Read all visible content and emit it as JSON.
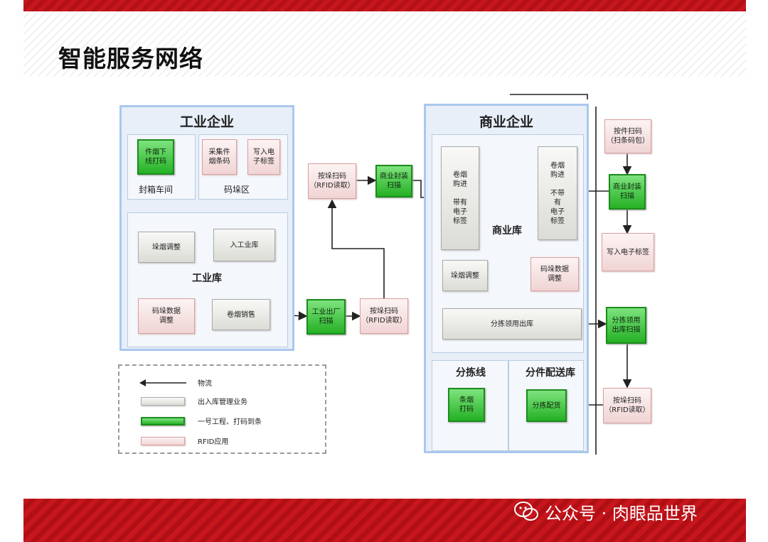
{
  "title": "智能服务网络",
  "watermark": {
    "text": "公众号 · 肉眼品世界",
    "icon": "wechat-icon"
  },
  "colors": {
    "brand_red": "#c8161d",
    "panel_border": "#a9c8ee",
    "green_box": "#25b125",
    "pink_box": "#f0d4d4",
    "gray_box": "#dcdcd6"
  },
  "industrial": {
    "title": "工业企业",
    "packing_workshop": "封箱车间",
    "code_zone": "码垛区",
    "warehouse": "工业库",
    "box_print": "件烟下\n线打码",
    "box_collect": "采集件\n烟条码",
    "box_write": "写入电\n子标签",
    "box_inbound": "入工业库",
    "box_adjust": "垛烟调整",
    "box_code_adjust": "码垛数据\n调整",
    "box_sales": "卷烟销售"
  },
  "middle": {
    "box_scan_top": "按垛扫码\n（RFID读取）",
    "box_commercial_sealing": "商业封装\n扫描",
    "box_industrial_out": "工业出厂\n扫描",
    "box_scan_bottom": "按垛扫码\n（RFID读取）"
  },
  "commercial": {
    "title": "商业企业",
    "warehouse": "商业库",
    "box_purchase_tag": "卷烟\n购进\n\n带有\n电子\n标签",
    "box_purchase_notag": "卷烟\n购进\n\n不带\n有\n电子\n标签",
    "box_adjust": "垛烟调整",
    "box_code_adjust": "码垛数据\n调整",
    "box_sorting_out": "分拣领用出库",
    "sorting_line": "分拣线",
    "distribution": "分件配送库",
    "box_strip_print": "条烟\n打码",
    "box_sort_distribute": "分拣配货"
  },
  "right": {
    "box_item_scan": "按件扫码\n（扫条码包）",
    "box_commercial_scan": "商业封装\n扫描",
    "box_write_tag": "写入电子标签",
    "box_sorting_scan": "分拣领用\n出库扫描",
    "box_scan_rfid": "按垛扫码\n（RFID读取）"
  },
  "legend": {
    "items": [
      {
        "label": "物流",
        "kind": "arrow"
      },
      {
        "label": "出入库管理业务",
        "kind": "gray"
      },
      {
        "label": "一号工程、打码到条",
        "kind": "green"
      },
      {
        "label": "RFID应用",
        "kind": "pink"
      }
    ]
  }
}
